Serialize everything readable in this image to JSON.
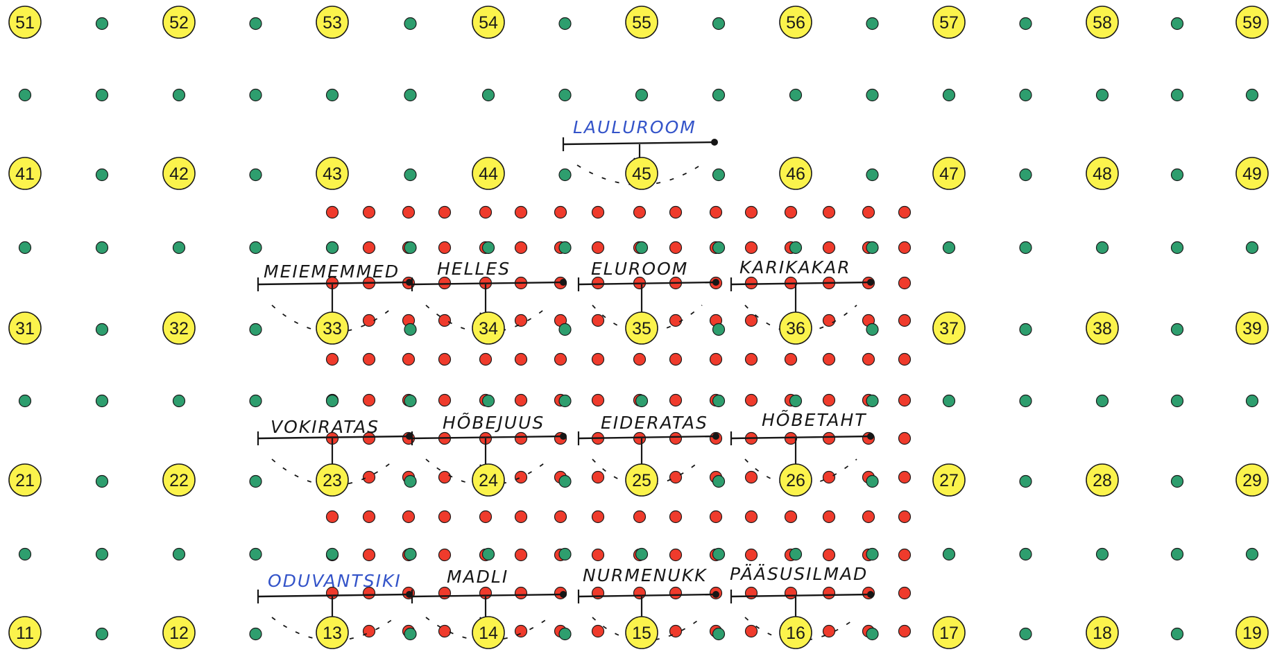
{
  "colors": {
    "background": "#ffffff",
    "yellow_fill": "#fbf34c",
    "green_dot": "#2e9e6e",
    "red_dot": "#ef3b2c",
    "ink_black": "#161616",
    "ink_blue": "#3454c9"
  },
  "markers": {
    "row5": [
      "51",
      "52",
      "53",
      "54",
      "55",
      "56",
      "57",
      "58",
      "59"
    ],
    "row4": [
      "41",
      "42",
      "43",
      "44",
      "45",
      "46",
      "47",
      "48",
      "49"
    ],
    "row3": [
      "31",
      "32",
      "33",
      "34",
      "35",
      "36",
      "37",
      "38",
      "39"
    ],
    "row2": [
      "21",
      "22",
      "23",
      "24",
      "25",
      "26",
      "27",
      "28",
      "29"
    ],
    "row1": [
      "11",
      "12",
      "13",
      "14",
      "15",
      "16",
      "17",
      "18",
      "19"
    ]
  },
  "labels": {
    "row4": [
      "LAULUROOM"
    ],
    "row3": [
      "MEIEMEMMED",
      "HELLES",
      "ELUROOM",
      "KARIKAKAR"
    ],
    "row2": [
      "VOKIRATAS",
      "HÕBEJUUS",
      "EIDERATAS",
      "HÕBETAHT"
    ],
    "row1": [
      "ODUVANTSIKI",
      "MADLI",
      "NURMENUKK",
      "PÄÄSUSILMAD"
    ]
  }
}
